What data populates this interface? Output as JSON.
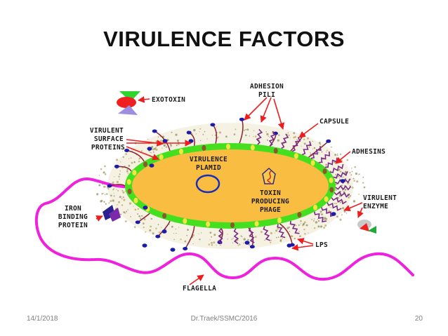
{
  "slide": {
    "title": "VIRULENCE FACTORS",
    "footer_date": "14/1/2018",
    "footer_center": "Dr.Traek/SSMC/2016",
    "page_number": "20"
  },
  "labels": {
    "exotoxin": "EXOTOXIN",
    "adhesion_pili_1": "ADHESION",
    "adhesion_pili_2": "PILI",
    "capsule": "CAPSULE",
    "virulent_surface_1": "VIRULENT",
    "virulent_surface_2": "SURFACE",
    "virulent_surface_3": "PROTEINS",
    "adhesins": "ADHESINS",
    "virulence_plamid_1": "VIRULENCE",
    "virulence_plamid_2": "PLAMID",
    "toxin_phage_1": "TOXIN",
    "toxin_phage_2": "PRODUCING",
    "toxin_phage_3": "PHAGE",
    "virulent_enzyme_1": "VIRULENT",
    "virulent_enzyme_2": "ENZYME",
    "iron_binding_1": "IRON",
    "iron_binding_2": "BINDING",
    "iron_binding_3": "PROTEIN",
    "lps": "LPS",
    "flagella": "FLAGELLA"
  },
  "colors": {
    "cytoplasm": "#f9bd41",
    "cell_wall": "#44e020",
    "flagellum": "#ee22dd",
    "arrow": "#ee1c1c",
    "pili": "#8c2233",
    "fimbriae": "#7a2a88",
    "plasmid": "#1a2fb8",
    "surface_protein": "#1b1ba8",
    "capsule_texture": "#b8a05a"
  }
}
